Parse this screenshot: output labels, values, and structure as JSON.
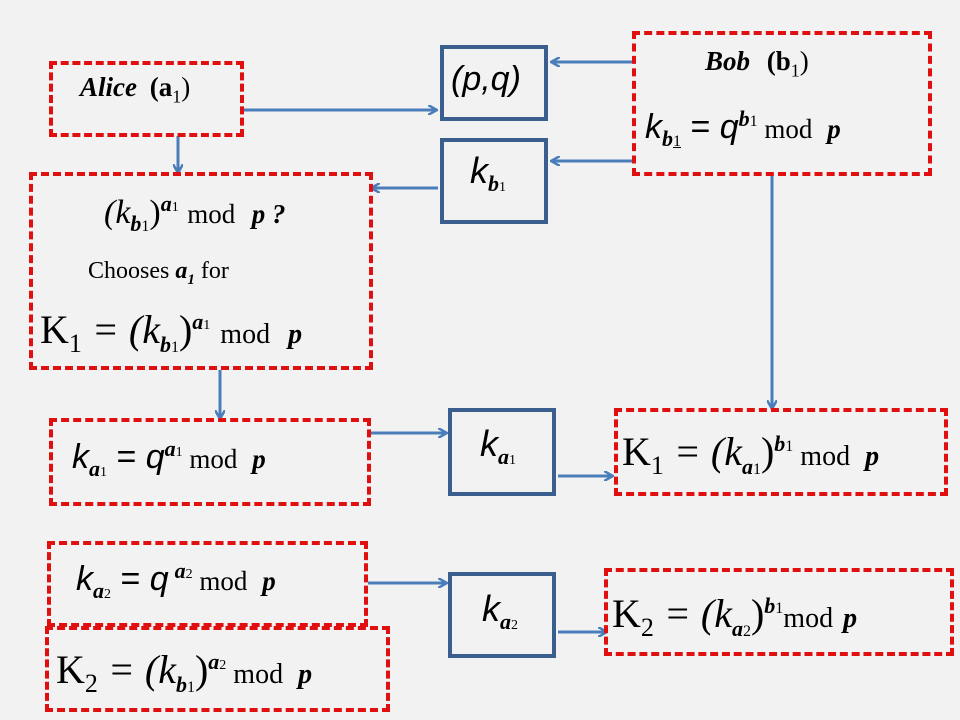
{
  "alice": {
    "name": "Alice",
    "var": "(a",
    "idx": "1",
    "close": ")"
  },
  "pq_box": "(p,q)",
  "bob": {
    "name": "Bob",
    "var": "(b",
    "idx": "1",
    "close": ")",
    "k": "k",
    "k_sub": "b",
    "k_sub_idx": "1",
    "eq": " = ",
    "q": "q",
    "exp": "b",
    "exp_idx": "1",
    "mod": " mod ",
    "p": "p"
  },
  "kb_box": {
    "k": "k",
    "sub": "b",
    "sub_idx": "1"
  },
  "alice_calc": {
    "line1_open": "(k",
    "line1_sub": "b",
    "line1_sub_idx": "1",
    "line1_close": ")",
    "line1_exp": "a",
    "line1_exp_idx": "1",
    "line1_mod": "mod",
    "line1_p": "p ?",
    "line2_pre": "Chooses ",
    "line2_a": "a",
    "line2_idx": "1",
    "line2_post": " for",
    "line3_K": "K",
    "line3_K_idx": "1",
    "line3_eq": " = (k",
    "line3_sub": "b",
    "line3_sub_idx": "1",
    "line3_close": ")",
    "line3_exp": "a",
    "line3_exp_idx": "1",
    "line3_mod": "mod",
    "line3_p": "p"
  },
  "ka1_eq": {
    "k": "k",
    "sub": "a",
    "sub_idx": "1",
    "eq": " = ",
    "q": "q",
    "exp": "a",
    "exp_idx": "1",
    "mod": " mod ",
    "p": "p"
  },
  "ka1_box": {
    "k": "k",
    "sub": "a",
    "sub_idx": "1"
  },
  "k1_bob": {
    "K": "K",
    "K_idx": "1",
    "eq": " = (k",
    "sub": "a",
    "sub_idx": "1",
    "close": ")",
    "exp": "b",
    "exp_idx": "1",
    "mod": " mod ",
    "p": "p"
  },
  "ka2_eq": {
    "k": "k",
    "sub": "a",
    "sub_idx": "2",
    "eq": " = ",
    "q": "q",
    "exp": "a",
    "exp_idx": "2",
    "mod": " mod ",
    "p": "p"
  },
  "ka2_box": {
    "k": "k",
    "sub": "a",
    "sub_idx": "2"
  },
  "k2_bob": {
    "K": "K",
    "K_idx": "2",
    "eq": " = (k",
    "sub": "a",
    "sub_idx": "2",
    "close": ")",
    "exp": "b",
    "exp_idx": "1",
    "mod": "mod",
    "p": "p"
  },
  "k2_alice": {
    "K": "K",
    "K_idx": "2",
    "eq": " = (k",
    "sub": "b",
    "sub_idx": "1",
    "close": ")",
    "exp": "a",
    "exp_idx": "2",
    "mod": " mod ",
    "p": "p"
  },
  "colors": {
    "dashed_border": "#e01010",
    "solid_border": "#3a5f8f",
    "arrow": "#4a7ebb",
    "background": "#f2f2f2"
  }
}
